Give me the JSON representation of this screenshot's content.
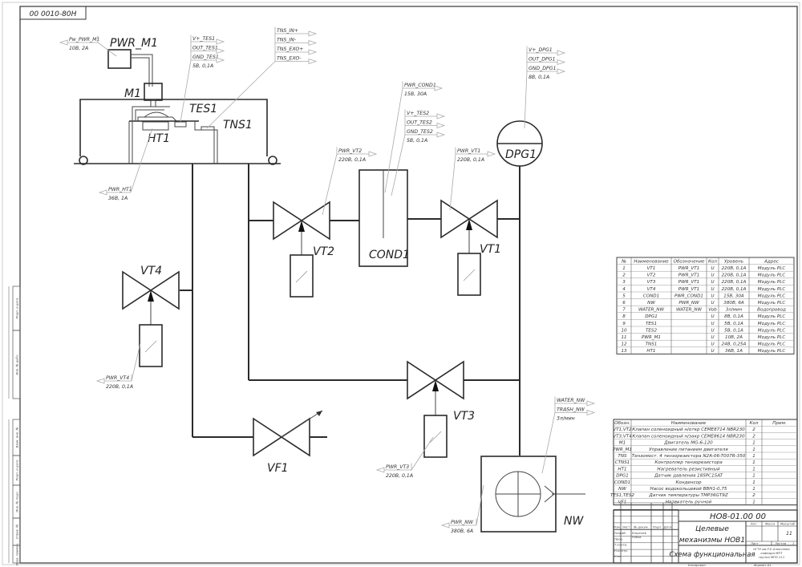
{
  "sheet": {
    "code_top": "00 0010-80Н",
    "doc_number": "НО8-01.00 00",
    "title_line1": "Целевые",
    "title_line2": "механизмы НОВ1",
    "doc_type": "Схема функциональная",
    "sheets_total": "11",
    "sheet_label": "Лист",
    "sheets_label": "Листов",
    "sheet_num": "1",
    "lit_label": "Лит.",
    "mass_label": "Масса",
    "scale_label": "Масштаб",
    "org": [
      "НГТУ им.Р.Е.Алексеева",
      "кафедра МПТ",
      "группа МПЭ-111"
    ],
    "copied": "Копировал",
    "format": "Формат  А1",
    "stamp_cols": [
      "Изм.",
      "Лист",
      "№ докум.",
      "Подп.",
      "Дата"
    ],
    "stamp_rows": [
      "Разраб.",
      "Пров.",
      "Т.контр.",
      "Н.контр.",
      "Утв."
    ],
    "stamp_names": [
      "Кошелев",
      "Рябов"
    ],
    "side_labels": [
      "Подп. и дата",
      "Инв. № дубл.",
      "Взам. инв. №",
      "Подп. и дата",
      "Инв. № подл.",
      "Справ. №",
      "Перв. примен."
    ]
  },
  "components": {
    "PWR_M1": "PWR_M1",
    "M1": "M1",
    "TES1": "TES1",
    "TNS1": "TNS1",
    "HT1": "HT1",
    "VT1": "VT1",
    "VT2": "VT2",
    "VT3": "VT3",
    "VT4": "VT4",
    "VF1": "VF1",
    "COND1": "COND1",
    "DPG1": "DPG1",
    "NW": "NW"
  },
  "signals": {
    "pw_pwr_m1": {
      "lines": [
        "Pw_PWR_M1"
      ],
      "note": "10В, 2А"
    },
    "tes1": {
      "lines": [
        "V+_TES1",
        "OUT_TES1",
        "GND_TES1"
      ],
      "note": "5В, 0,1А"
    },
    "tns1": {
      "lines": [
        "TNS_IN+",
        "TNS_IN-",
        "TNS_EXO+",
        "TNS_EXO-"
      ],
      "note": ""
    },
    "ht1": {
      "lines": [
        "PWR_HT1"
      ],
      "note": "36В, 1А"
    },
    "cond1": {
      "lines": [
        "PWR_COND1"
      ],
      "note": "15В, 30А"
    },
    "tes2": {
      "lines": [
        "V+_TES2",
        "OUT_TES2",
        "GND_TES2"
      ],
      "note": "5В, 0,1А"
    },
    "vt2": {
      "lines": [
        "PWR_VT2"
      ],
      "note": "220В, 0,1А"
    },
    "vt1": {
      "lines": [
        "PWR_VT1"
      ],
      "note": "220В, 0,1А"
    },
    "dpg1": {
      "lines": [
        "V+_DPG1",
        "OUT_DPG1",
        "GND_DPG1"
      ],
      "note": "8В, 0,1А"
    },
    "vt4": {
      "lines": [
        "PWR_VT4"
      ],
      "note": "220В, 0,1А"
    },
    "vt3": {
      "lines": [
        "PWR_VT3"
      ],
      "note": "220В, 0,1А"
    },
    "nw_pwr": {
      "lines": [
        "PWR_NW"
      ],
      "note": "380В, 6А"
    },
    "nw_water": {
      "lines": [
        "WATER_NW",
        "TRASH_NW"
      ],
      "note": "3л/мин"
    }
  },
  "signal_table": {
    "headers": [
      "№",
      "Наименование",
      "Обозначение",
      "Кол",
      "Уровень",
      "Адрес"
    ],
    "rows": [
      [
        "1",
        "VT1",
        "PWR_VT1",
        "U",
        "220В, 0,1А",
        "Модуль PLC"
      ],
      [
        "2",
        "VT2",
        "PWR_VT1",
        "U",
        "220В, 0,1А",
        "Модуль PLC"
      ],
      [
        "3",
        "VT3",
        "PWR_VT1",
        "U",
        "220В, 0,1А",
        "Модуль PLC"
      ],
      [
        "4",
        "VT4",
        "PWR_VT1",
        "U",
        "220В, 0,1А",
        "Модуль PLC"
      ],
      [
        "5",
        "COND1",
        "PWR_COND1",
        "U",
        "15В, 30А",
        "Модуль PLC"
      ],
      [
        "6",
        "NW",
        "PWR_NW",
        "U",
        "380В, 6А",
        "Модуль PLC"
      ],
      [
        "7",
        "WATER_NW",
        "WATER_NW",
        "Vob",
        "3л/мин",
        "Водопровод"
      ],
      [
        "8",
        "DPG1",
        "",
        "U",
        "8В, 0,1А",
        "Модуль PLC"
      ],
      [
        "9",
        "TES1",
        "",
        "U",
        "5В, 0,1А",
        "Модуль PLC"
      ],
      [
        "10",
        "TES2",
        "",
        "U",
        "5В, 0,1А",
        "Модуль PLC"
      ],
      [
        "11",
        "PWR_M1",
        "",
        "U",
        "10В, 2А",
        "Модуль PLC"
      ],
      [
        "12",
        "TNS1",
        "",
        "U",
        "24В, 0,25А",
        "Модуль PLC"
      ],
      [
        "13",
        "HT1",
        "",
        "U",
        "36В, 1А",
        "Модуль PLC"
      ]
    ]
  },
  "parts_table": {
    "headers": [
      "Обозн.",
      "Наименование",
      "Кол",
      "Прим."
    ],
    "rows": [
      [
        "VT1,VT2",
        "Клапан соленоидный н/откр CEME8714 NBR230",
        "2",
        ""
      ],
      [
        "VT3,VT4",
        "Клапан соленоидный н/закр CEME8614 NBR230",
        "2",
        ""
      ],
      [
        "M1",
        "Двигатель МG-6-120",
        "1",
        ""
      ],
      [
        "PWR_M1",
        "Управление питанием двигателя",
        "1",
        ""
      ],
      [
        "TNS",
        "Тензомост. 4 тензорезистора N2A-06-T007R-350",
        "1",
        ""
      ],
      [
        "CTNS1",
        "Контроллер тензорезистора",
        "1",
        ""
      ],
      [
        "HT1",
        "Нагреватель резистивный",
        "1",
        ""
      ],
      [
        "DPG1",
        "Датчик давления 185PC15AT",
        "1",
        ""
      ],
      [
        "COND1",
        "Конденсор",
        "1",
        ""
      ],
      [
        "NW",
        "Насос водокольцевой ВВН1-0,75",
        "1",
        ""
      ],
      [
        "TES1,TES2",
        "Датчик температуры TMP36GT9Z",
        "2",
        ""
      ],
      [
        "VF1",
        "Натекатель ручной",
        "1",
        ""
      ]
    ]
  }
}
